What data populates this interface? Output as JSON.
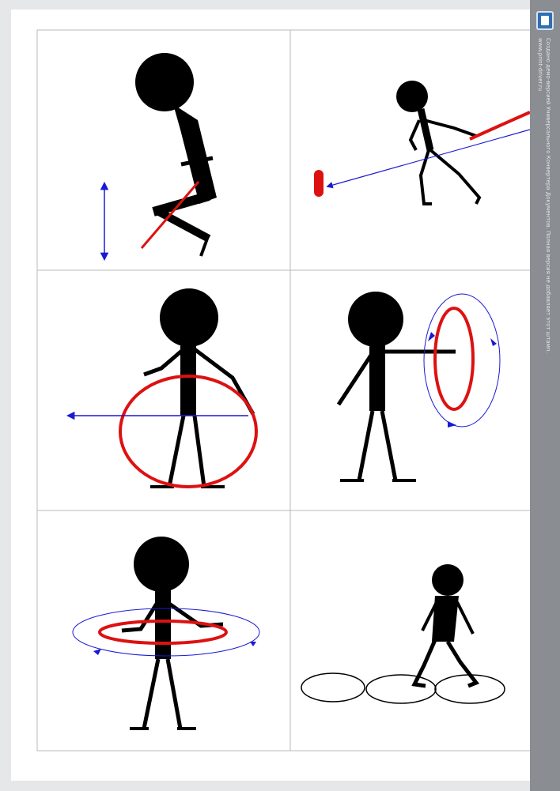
{
  "document": {
    "panels": [
      {
        "id": "squat-with-stick"
      },
      {
        "id": "lunge-pull-stick"
      },
      {
        "id": "hoop-front-horizontal"
      },
      {
        "id": "arm-circle-hoop"
      },
      {
        "id": "hoop-around-waist"
      },
      {
        "id": "walk-over-circles"
      }
    ]
  },
  "sidebar": {
    "watermark_line1": "Создано демо-версией Универсального Конвертера Документов. Полная версия не добавляет этот штамп.",
    "watermark_line2": "www.print-driver.ru",
    "icon": "printer-driver-logo-icon"
  },
  "colors": {
    "figure": "#000000",
    "prop": "#dd1111",
    "motion": "#1a1ad4",
    "grid": "#b9b9b9"
  }
}
